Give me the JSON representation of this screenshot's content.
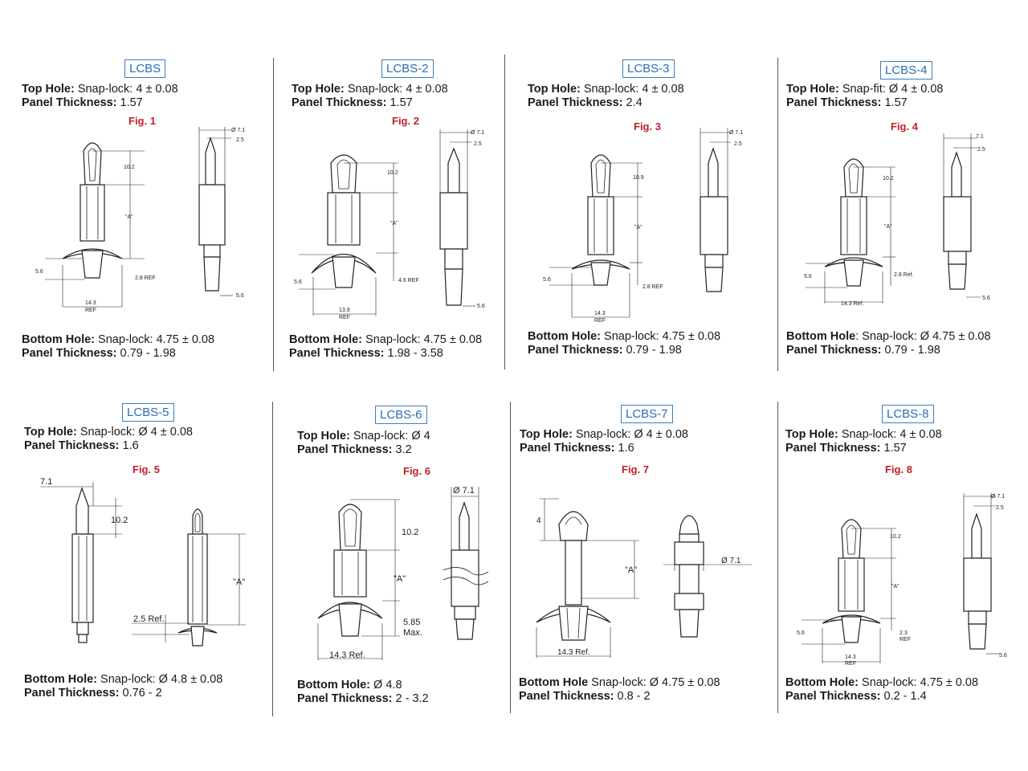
{
  "parts": [
    {
      "id": "LCBS",
      "top_label": "Top Hole:",
      "top_value": "Snap-lock: 4 ± 0.08",
      "thk_label": "Panel Thickness:",
      "top_thickness": "1.57",
      "fig": "Fig. 1",
      "bottom_label": "Bottom Hole:",
      "bottom_value": "Snap-lock: 4.75 ± 0.08",
      "bottom_thickness": "0.79 - 1.98",
      "dims": {
        "dia": "Ø 7.1",
        "w": "2.5",
        "h": "10.2",
        "a": "\"A\"",
        "flange": "5.6",
        "ref": "2.8 REF",
        "span": "14.3",
        "spanref": "REF",
        "tip": "5.6"
      }
    },
    {
      "id": "LCBS-2",
      "top_label": "Top Hole:",
      "top_value": "Snap-lock: 4 ± 0.08",
      "thk_label": "Panel Thickness:",
      "top_thickness": "1.57",
      "fig": "Fig. 2",
      "bottom_label": "Bottom Hole:",
      "bottom_value": "Snap-lock: 4.75 ± 0.08",
      "bottom_thickness": "1.98 - 3.58",
      "dims": {
        "dia": "Ø 7.1",
        "w": "2.5",
        "h": "10.2",
        "a": "\"A\"",
        "flange": "5.6",
        "ref": "4.6 REF",
        "span": "13.9",
        "spanref": "REF",
        "tip": "5.6"
      }
    },
    {
      "id": "LCBS-3",
      "top_label": "Top Hole:",
      "top_value": "Snap-lock: 4 ± 0.08",
      "thk_label": "Panel Thickness:",
      "top_thickness": "2.4",
      "fig": "Fig. 3",
      "bottom_label": "Bottom Hole:",
      "bottom_value": "Snap-lock: 4.75 ± 0.08",
      "bottom_thickness": "0.79 - 1.98",
      "dims": {
        "dia": "Ø 7.1",
        "w": "2.5",
        "h": "10.9",
        "a": "\"A\"",
        "flange": "5.6",
        "ref": "2.8 REF",
        "span": "14.3",
        "spanref": "REF",
        "tip": ""
      }
    },
    {
      "id": "LCBS-4",
      "top_label": "Top Hole:",
      "top_value": "Snap-fit: Ø 4 ± 0.08",
      "thk_label": "Panel Thickness:",
      "top_thickness": "1.57",
      "fig": "Fig. 4",
      "bottom_label": "Bottom Hole",
      "bottom_value": ": Snap-lock: Ø 4.75 ± 0.08",
      "bottom_thickness": "0.79 - 1.98",
      "dims": {
        "dia": "7.1",
        "w": "2.5",
        "h": "10.2",
        "a": "\"A\"",
        "flange": "5.6",
        "ref": "2.8 Ref.",
        "span": "14.3 Ref.",
        "spanref": "",
        "tip": "5.6"
      }
    },
    {
      "id": "LCBS-5",
      "top_label": "Top Hole:",
      "top_value": "Snap-lock: Ø 4 ± 0.08",
      "thk_label": "Panel Thickness:",
      "top_thickness": "1.6",
      "fig": "Fig. 5",
      "bottom_label": "Bottom Hole:",
      "bottom_value": "Snap-lock: Ø 4.8 ± 0.08",
      "bottom_thickness": "0.76 - 2",
      "dims": {
        "dia": "7.1",
        "h": "10.2",
        "a": "\"A\"",
        "ref": "2.5 Ref."
      }
    },
    {
      "id": "LCBS-6",
      "top_label": "Top Hole:",
      "top_value": "Snap-lock: Ø 4",
      "thk_label": "Panel Thickness:",
      "top_thickness": "3.2",
      "fig": "Fig. 6",
      "bottom_label": "Bottom Hole:",
      "bottom_value": "Ø 4.8",
      "bottom_thickness": "2 - 3.2",
      "dims": {
        "dia": "Ø 7.1",
        "h": "10.2",
        "a": "\"A\"",
        "flange": "5.85",
        "max": "Max.",
        "span": "14.3 Ref."
      }
    },
    {
      "id": "LCBS-7",
      "top_label": "Top Hole:",
      "top_value": "Snap-lock: Ø 4 ± 0.08",
      "thk_label": "Panel Thickness:",
      "top_thickness": "1.6",
      "fig": "Fig. 7",
      "bottom_label": "Bottom Hole",
      "bottom_value": "Snap-lock: Ø 4.75 ± 0.08",
      "bottom_thickness": "0.8 - 2",
      "dims": {
        "dia": "Ø 7.1",
        "h": "4",
        "a": "\"A\"",
        "span": "14.3 Ref."
      }
    },
    {
      "id": "LCBS-8",
      "top_label": "Top Hole:",
      "top_value": "Snap-lock: 4 ± 0.08",
      "thk_label": "Panel Thickness:",
      "top_thickness": "1.57",
      "fig": "Fig. 8",
      "bottom_label": "Bottom Hole:",
      "bottom_value": "Snap-lock: 4.75 ± 0.08",
      "bottom_thickness": "0.2 - 1.4",
      "dims": {
        "dia": "Ø 7.1",
        "w": "2.5",
        "h": "10.2",
        "a": "\"A\"",
        "flange": "5.6",
        "ref": "2.3",
        "refb": "REF",
        "span": "14.3",
        "spanref": "REF",
        "tip": "5.6"
      }
    }
  ]
}
